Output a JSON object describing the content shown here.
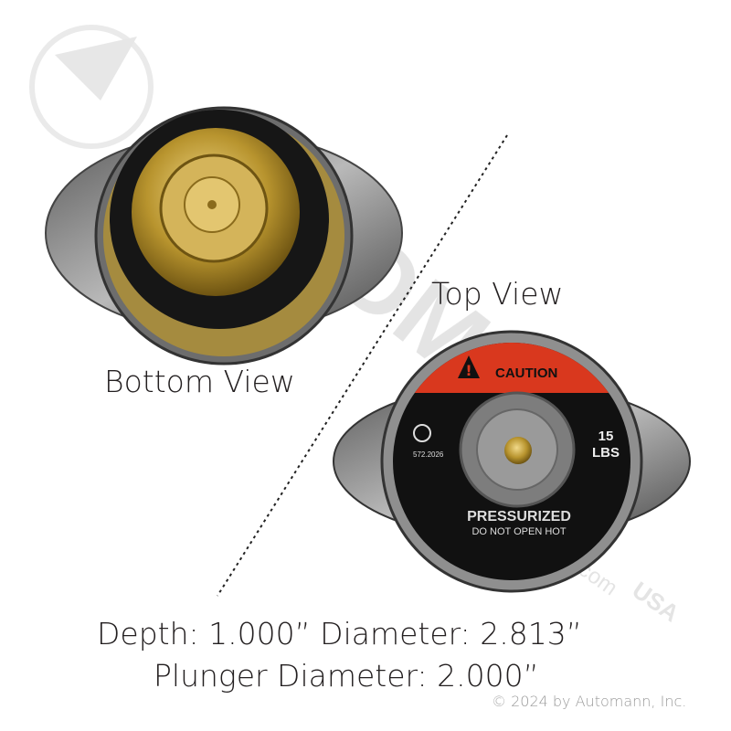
{
  "labels": {
    "top_view": "Top View",
    "bottom_view": "Bottom View"
  },
  "specs": {
    "line1": "Depth: 1.000”   Diameter: 2.813”",
    "line2": "Plunger Diameter: 2.000”"
  },
  "copyright": "© 2024 by Automann, Inc.",
  "cap_top": {
    "caution": "CAUTION",
    "pressure_value": "15",
    "pressure_unit": "LBS",
    "part_code": "572.2026",
    "pressurized": "PRESSURIZED",
    "warning": "DO NOT OPEN HOT"
  },
  "watermark": {
    "brand": "AUTOMANN",
    "suffix": "USA",
    "site": "n.com"
  },
  "colors": {
    "caution_red": "#d9381e",
    "label_black": "#111111",
    "brass": "#b8942e",
    "steel": "#8a8a8a"
  }
}
